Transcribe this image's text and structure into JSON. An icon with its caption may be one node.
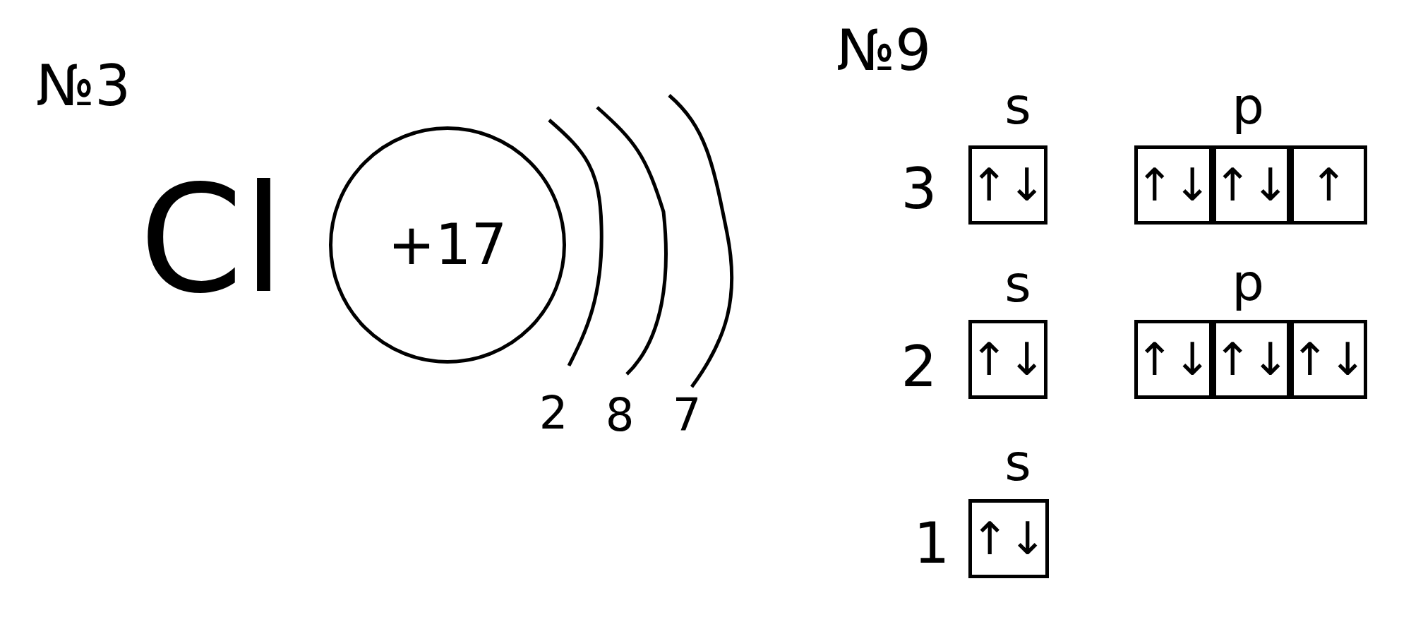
{
  "diagram": {
    "nodes": [
      {
        "text": [
          "+17"
        ]
      },
      {
        "text": [
          "↑↓"
        ]
      },
      {
        "text": [
          "↑↓"
        ]
      },
      {
        "text": [
          "↑↓"
        ]
      },
      {
        "text": [
          "↑"
        ]
      },
      {
        "text": [
          "↑↓"
        ]
      },
      {
        "text": [
          "↑↓"
        ]
      },
      {
        "text": [
          "↑↓"
        ]
      },
      {
        "text": [
          "↑↓"
        ]
      },
      {
        "text": [
          "↑↓"
        ]
      }
    ],
    "labels": [
      "№3",
      "№9",
      "s",
      "p",
      "3",
      "Cl",
      "s",
      "p",
      "2",
      "2",
      "8",
      "7",
      "s",
      "1"
    ]
  }
}
